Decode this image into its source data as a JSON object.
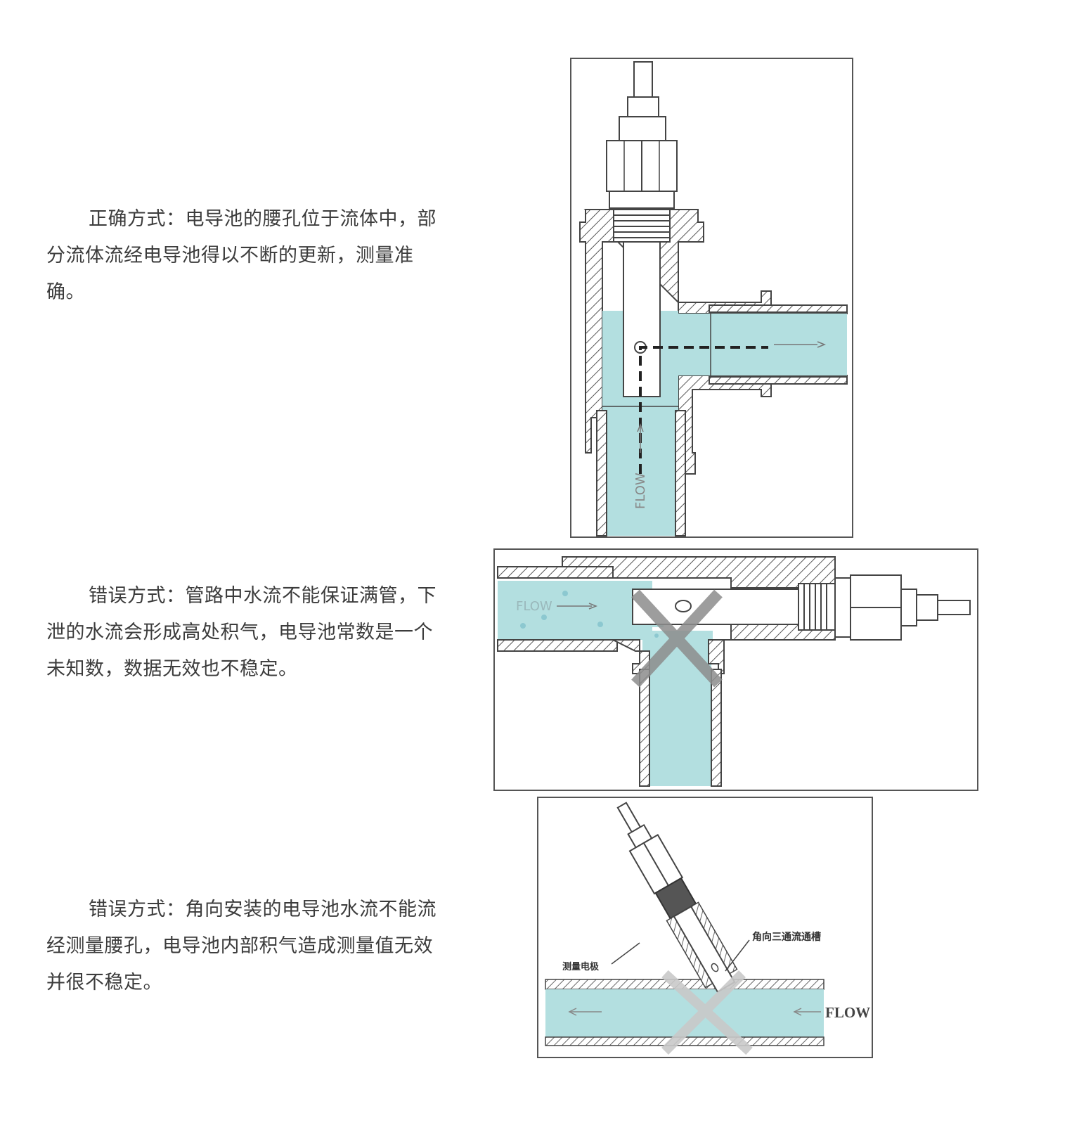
{
  "paragraphs": [
    {
      "label": "正确方式：",
      "text": "电导池的腰孔位于流体中，部分流体流经电导池得以不断的更新，测量准确。"
    },
    {
      "label": "错误方式：",
      "text": "管路中水流不能保证满管，下泄的水流会形成高处积气，电导池常数是一个未知数，数据无效也不稳定。"
    },
    {
      "label": "错误方式：",
      "text": "角向安装的电导池水流不能流经测量腰孔，电导池内部积气造成测量值无效并很不稳定。"
    }
  ],
  "diagram1": {
    "flow_label": "FLOW"
  },
  "diagram2": {
    "flow_label": "FLOW"
  },
  "diagram3": {
    "flow_label": "FLOW",
    "electrode_label": "测量电极",
    "tee_label": "角向三通流通槽"
  },
  "colors": {
    "water": "#b3dfe0",
    "line": "#444444",
    "hatch": "#555555",
    "cross": "#9a9a9a"
  }
}
